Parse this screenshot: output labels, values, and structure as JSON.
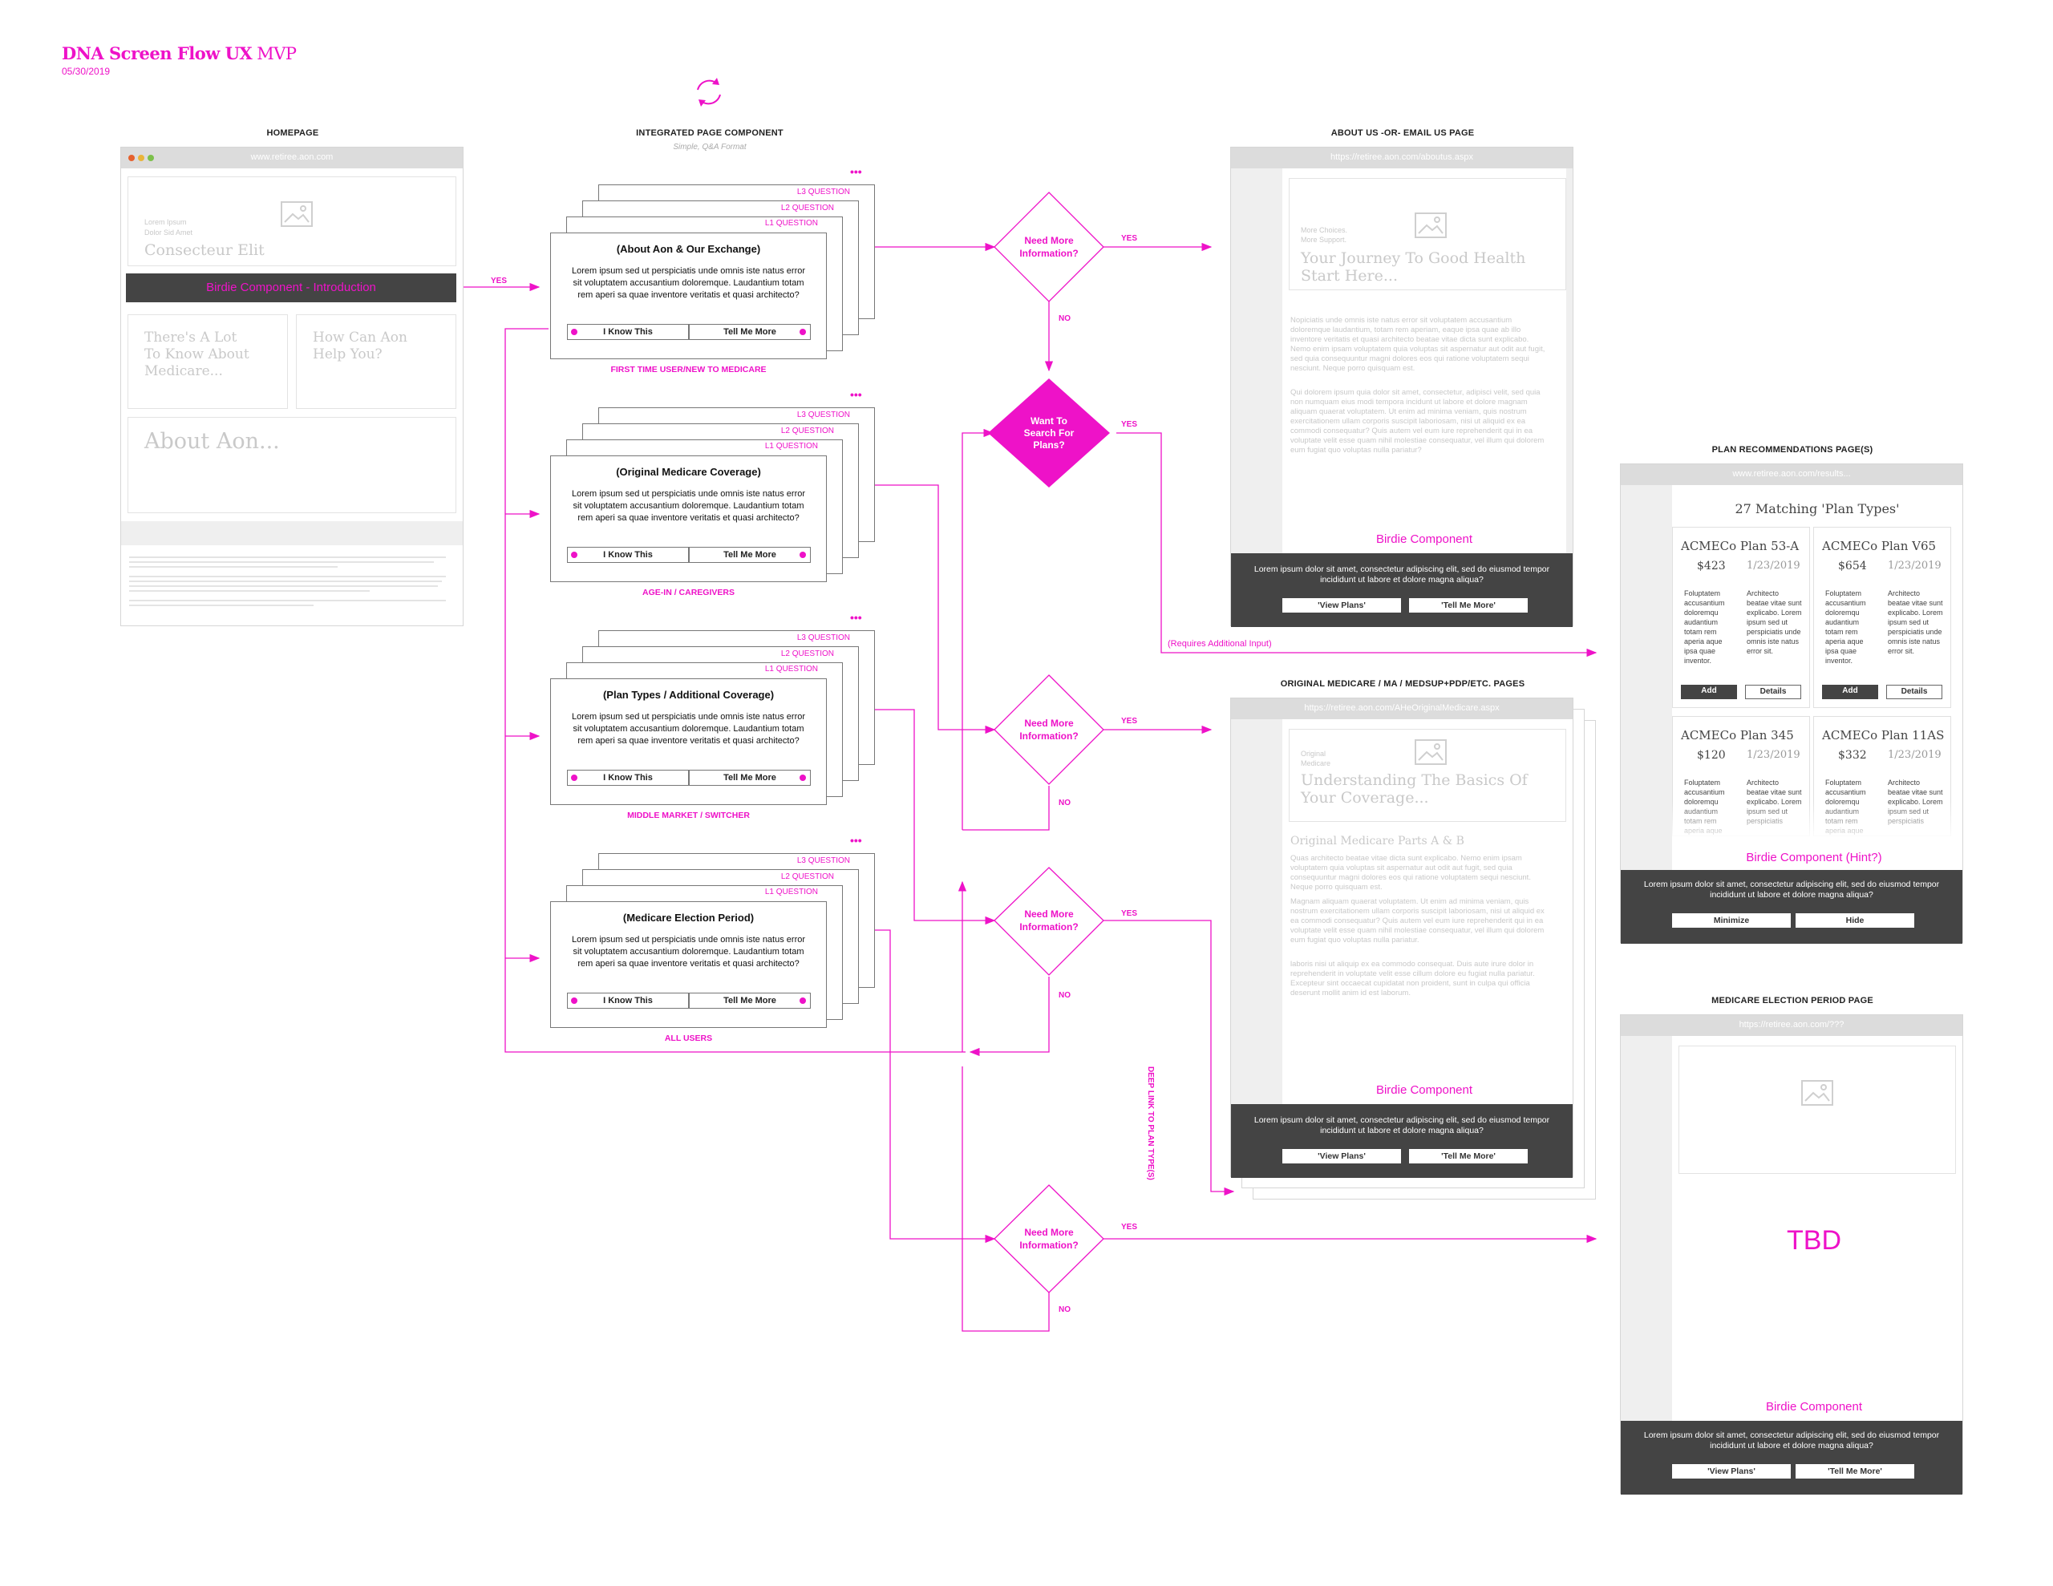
{
  "header": {
    "title": "DNA Screen Flow UX",
    "tag": "MVP",
    "date": "05/30/2019"
  },
  "homepage": {
    "label": "HOMEPAGE",
    "url": "www.retiree.aon.com",
    "hero_small_1": "Lorem Ipsum",
    "hero_small_2": "Dolor Sid Amet",
    "hero_big": "Consecteur Elit",
    "birdie_bar": "Birdie Component - Introduction",
    "box1": "There's A Lot To Know About Medicare...",
    "box2": "How Can Aon Help You?",
    "about": "About Aon..."
  },
  "integrated": {
    "label": "INTEGRATED PAGE COMPONENT",
    "sublabel": "Simple, Q&A Format"
  },
  "levels": {
    "l3": "L3 QUESTION",
    "l2": "L2 QUESTION",
    "l1": "L1 QUESTION",
    "more": "•••"
  },
  "cards": [
    {
      "title": "(About Aon & Our Exchange)",
      "body": "Lorem ipsum sed ut perspiciatis unde omnis iste natus error sit voluptatem accusantium doloremque. Laudantium totam rem aperi sa quae inventore veritatis et quasi architecto?",
      "btn1": "I Know This",
      "btn2": "Tell Me More",
      "audience": "FIRST TIME USER/NEW TO MEDICARE"
    },
    {
      "title": "(Original Medicare Coverage)",
      "body": "Lorem ipsum sed ut perspiciatis unde omnis iste natus error sit voluptatem accusantium doloremque. Laudantium totam rem aperi sa quae inventore veritatis et quasi architecto?",
      "btn1": "I Know This",
      "btn2": "Tell Me More",
      "audience": "AGE-IN / CAREGIVERS"
    },
    {
      "title": "(Plan Types / Additional Coverage)",
      "body": "Lorem ipsum sed ut perspiciatis unde omnis iste natus error sit voluptatem accusantium doloremque. Laudantium totam rem aperi sa quae inventore veritatis et quasi architecto?",
      "btn1": "I Know This",
      "btn2": "Tell Me More",
      "audience": "MIDDLE MARKET / SWITCHER"
    },
    {
      "title": "(Medicare Election Period)",
      "body": "Lorem ipsum sed ut perspiciatis unde omnis iste natus error sit voluptatem accusantium doloremque. Laudantium totam rem aperi sa quae inventore veritatis et quasi architecto?",
      "btn1": "I Know This",
      "btn2": "Tell Me More",
      "audience": "ALL USERS"
    }
  ],
  "decisions": {
    "need_more_1": "Need More",
    "need_more_2": "Information?",
    "search_1": "Want To",
    "search_2": "Search For",
    "search_3": "Plans?",
    "yes": "YES",
    "no": "NO"
  },
  "flow_labels": {
    "requires_input": "(Requires Additional Input)",
    "deep_link": "DEEP LINK TO PLAN TYPE(S)"
  },
  "about_page": {
    "label": "ABOUT US -OR- EMAIL US PAGE",
    "url": "https://retiree.aon.com/aboutus.aspx",
    "small_1": "More Choices.",
    "small_2": "More Support.",
    "headline": "Your Journey To Good Health Start Here...",
    "para1": "Nopiciatis unde omnis iste natus error sit voluptatem accusantium doloremque laudantium, totam rem aperiam, eaque ipsa quae ab illo inventore veritatis et quasi architecto beatae vitae dicta sunt explicabo. Nemo enim ipsam voluptatem quia voluptas sit aspernatur aut odit aut fugit, sed quia consequuntur magni dolores eos qui ratione voluptatem sequi nesciunt. Neque porro quisquam est.",
    "para2": "Qui dolorem ipsum quia dolor sit amet, consectetur, adipisci velit, sed quia non numquam eius modi tempora incidunt ut labore et dolore magnam aliquam quaerat voluptatem. Ut enim ad minima veniam, quis nostrum exercitationem ullam corporis suscipit laboriosam, nisi ut aliquid ex ea commodi consequatur? Quis autem vel eum iure reprehenderit qui in ea voluptate velit esse quam nihil molestiae consequatur, vel illum qui dolorem eum fugiat quo voluptas nulla pariatur?",
    "birdie": "Birdie Component",
    "panel": "Lorem ipsum dolor sit amet, consectetur adipiscing elit, sed do eiusmod tempor incididunt ut labore et dolore magna aliqua?",
    "btn1": "'View Plans'",
    "btn2": "'Tell Me More'"
  },
  "original_page": {
    "label": "ORIGINAL MEDICARE / MA / MEDSUP+PDP/ETC. PAGES",
    "url": "https://retiree.aon.com/AHeOriginalMedicare.aspx",
    "small_1": "Original",
    "small_2": "Medicare",
    "headline": "Understanding The Basics Of Your Coverage...",
    "subhead": "Original Medicare Parts A & B",
    "para1": "Quas architecto beatae vitae dicta sunt explicabo. Nemo enim ipsam voluptatem quia voluptas sit aspernatur aut odit aut fugit, sed quia consequuntur magni dolores eos qui ratione voluptatem sequi nesciunt. Neque porro quisquam est.",
    "para2": "Magnam aliquam quaerat voluptatem. Ut enim ad minima veniam, quis nostrum exercitationem ullam corporis suscipit laboriosam, nisi ut aliquid ex ea commodi consequatur? Quis autem vel eum iure reprehenderit qui in ea voluptate velit esse quam nihil molestiae consequatur, vel illum qui dolorem eum fugiat quo voluptas nulla pariatur.",
    "para3": "laboris nisi ut aliquip ex ea commodo consequat. Duis aute irure dolor in reprehenderit in voluptate velit esse cillum dolore eu fugiat nulla pariatur. Excepteur sint occaecat cupidatat non proident, sunt in culpa qui officia deserunt mollit anim id est laborum.",
    "birdie": "Birdie Component",
    "panel": "Lorem ipsum dolor sit amet, consectetur adipiscing elit, sed do eiusmod tempor incididunt ut labore et dolore magna aliqua?",
    "btn1": "'View Plans'",
    "btn2": "'Tell Me More'"
  },
  "plan_page": {
    "label": "PLAN RECOMMENDATIONS PAGE(S)",
    "url": "www.retiree.aon.com/results...",
    "heading": "27 Matching 'Plan Types'",
    "plans": [
      {
        "name": "ACMECo Plan 53-A",
        "price": "$423",
        "date": "1/23/2019",
        "desc1": "Foluptatem accusantium doloremqu audantium totam rem aperia aque ipsa quae inventor.",
        "desc2": "Architecto beatae vitae sunt explicabo. Lorem ipsum sed ut perspiciatis unde omnis iste natus error sit."
      },
      {
        "name": "ACMECo Plan V65",
        "price": "$654",
        "date": "1/23/2019",
        "desc1": "Foluptatem accusantium doloremqu audantium totam rem aperia aque ipsa quae inventor.",
        "desc2": "Architecto beatae vitae sunt explicabo. Lorem ipsum sed ut perspiciatis unde omnis iste natus error sit."
      },
      {
        "name": "ACMECo Plan 345",
        "price": "$120",
        "date": "1/23/2019",
        "desc1": "Foluptatem accusantium doloremqu audantium totam rem aperia aque",
        "desc2": "Architecto beatae vitae sunt explicabo. Lorem ipsum sed ut perspiciatis"
      },
      {
        "name": "ACMECo Plan 11AS",
        "price": "$332",
        "date": "1/23/2019",
        "desc1": "Foluptatem accusantium doloremqu audantium totam rem aperia aque",
        "desc2": "Architecto beatae vitae sunt explicabo. Lorem ipsum sed ut perspiciatis"
      }
    ],
    "add": "Add",
    "details": "Details",
    "birdie": "Birdie Component (Hint?)",
    "panel": "Lorem ipsum dolor sit amet, consectetur adipiscing elit, sed do eiusmod tempor incididunt ut labore et dolore magna aliqua?",
    "btn1": "Minimize",
    "btn2": "Hide"
  },
  "election_page": {
    "label": "MEDICARE ELECTION PERIOD PAGE",
    "url": "https://retiree.aon.com/???",
    "tbd": "TBD",
    "birdie": "Birdie Component",
    "panel": "Lorem ipsum dolor sit amet, consectetur adipiscing elit, sed do eiusmod tempor incididunt ut labore et dolore magna aliqua?",
    "btn1": "'View Plans'",
    "btn2": "'Tell Me More'"
  },
  "colors": {
    "accent": "#ee12c8",
    "dark_panel": "#444444",
    "browser_bar": "#dcdcdc"
  },
  "icons": [
    "refresh-icon",
    "image-placeholder-icon"
  ]
}
